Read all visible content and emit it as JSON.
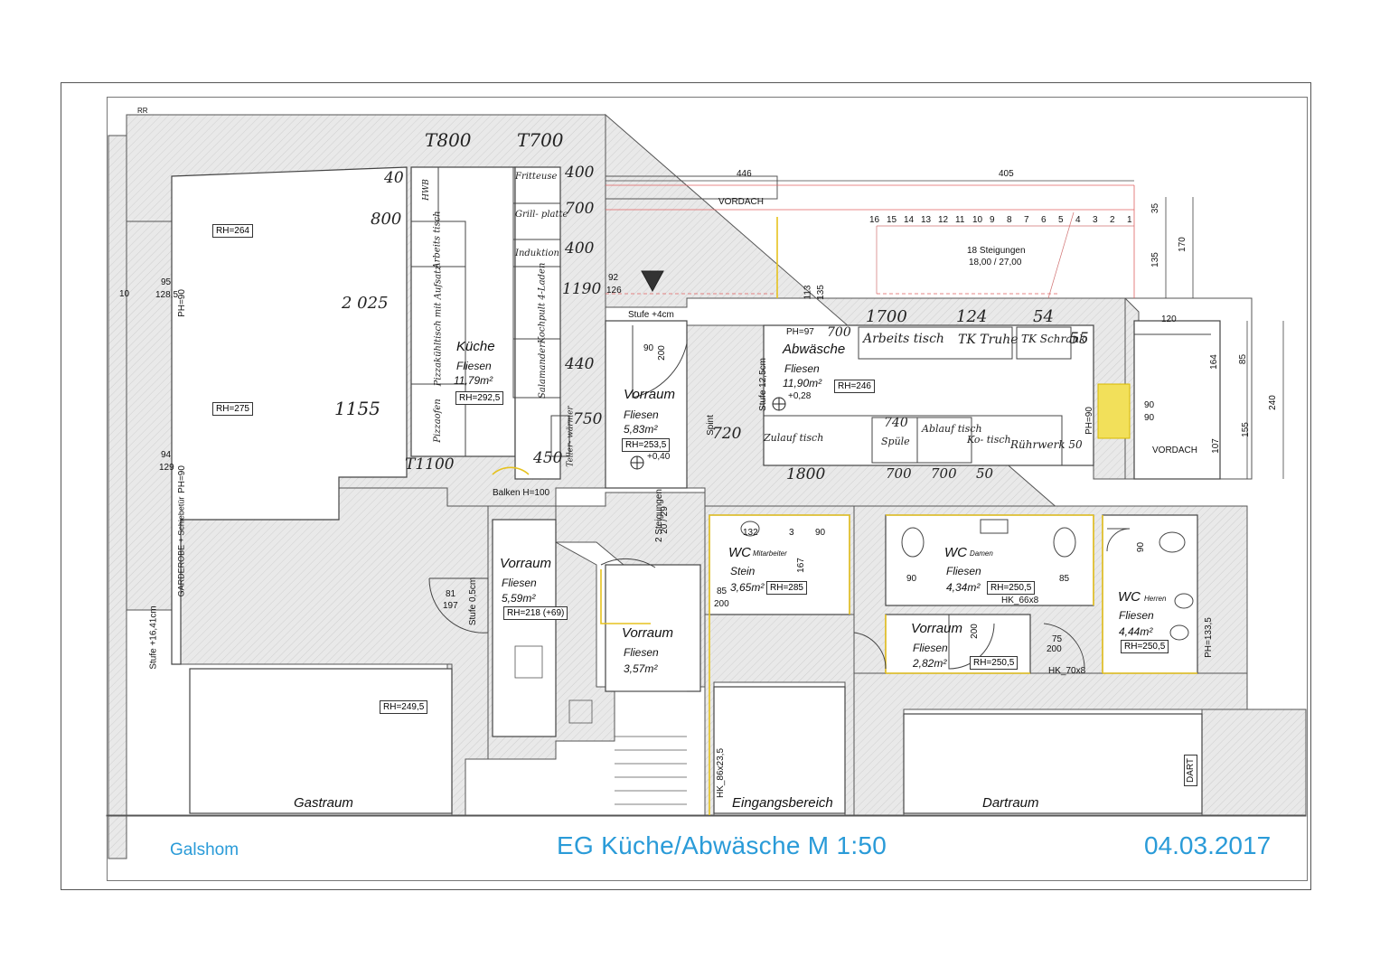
{
  "title_block": {
    "left": "Galshom",
    "center": "EG Küche/Abwäsche  M 1:50",
    "right": "04.03.2017"
  },
  "rooms": {
    "kueche": {
      "name": "Küche",
      "floor": "Fliesen",
      "area": "11,79m²",
      "rh": "RH=292,5"
    },
    "abwaesche": {
      "name": "Abwäsche",
      "floor": "Fliesen",
      "area": "11,90m²",
      "rh": "RH=246",
      "ph": "PH=97",
      "level": "+0,28"
    },
    "vorraum1": {
      "name": "Vorraum",
      "floor": "Fliesen",
      "area": "5,83m²",
      "rh": "RH=253,5",
      "level": "+0,40"
    },
    "vorraum2": {
      "name": "Vorraum",
      "floor": "Fliesen",
      "area": "5,59m²",
      "rh": "RH=218 (+69)"
    },
    "vorraum3": {
      "name": "Vorraum",
      "floor": "Fliesen",
      "area": "3,57m²"
    },
    "vorraum4": {
      "name": "Vorraum",
      "floor": "Fliesen",
      "area": "2,82m²",
      "rh": "RH=250,5"
    },
    "wc_mitarbeiter": {
      "name": "WC",
      "sub": "Mitarbeiter",
      "floor": "Stein",
      "area": "3,65m²",
      "rh": "RH=285"
    },
    "wc_damen": {
      "name": "WC",
      "sub": "Damen",
      "floor": "Fliesen",
      "area": "4,34m²",
      "rh": "RH=250,5"
    },
    "wc_herren": {
      "name": "WC",
      "sub": "Herren",
      "floor": "Fliesen",
      "area": "4,44m²",
      "rh": "RH=250,5"
    },
    "gastraum": {
      "name": "Gastraum",
      "rh": "RH=249,5"
    },
    "eingangsbereich": {
      "name": "Eingangsbereich"
    },
    "dartraum": {
      "name": "Dartraum",
      "dart": "DART"
    }
  },
  "labels": {
    "rh264": "RH=264",
    "rh275": "RH=275",
    "vordach_top": "VORDACH",
    "vordach_right": "VORDACH",
    "stufe4": "Stufe +4cm",
    "stufe125": "Stufe 12,5cm",
    "stufe05": "Stufe 0,5cm",
    "stufe1641": "Stufe +16,41cm",
    "balken": "Balken H=100",
    "steigungen2": "2 Steigungen",
    "steigungen2b": "20 / 29",
    "steigungen18": "18 Steigungen",
    "steigungen18b": "18,00 / 27,00",
    "garderobe": "GARDEROBE + Schiebetür",
    "ph90a": "PH=90",
    "ph90b": "PH=90",
    "ph90c": "PH=90",
    "ph1335": "PH=133,5",
    "spint": "Spint",
    "hk1": "HK_86x23,5",
    "hk2": "HK_66x8",
    "hk3": "HK_70x8",
    "rr": "RR"
  },
  "dimensions": {
    "d446": "446",
    "d405": "405",
    "d35": "35",
    "d135": "135",
    "d170": "170",
    "d120": "120",
    "d164": "164",
    "d85": "85",
    "d240": "240",
    "d155": "155",
    "d107": "107",
    "d95": "95",
    "d1285": "128,5",
    "d10": "10",
    "d94": "94",
    "d129": "129",
    "d92": "92",
    "d126": "126",
    "d90a": "90",
    "d200a": "200",
    "d132": "132",
    "d3": "3",
    "d90b": "90",
    "d167": "167",
    "d85b": "85",
    "d200b": "200",
    "d81": "81",
    "d197": "197",
    "d90c": "90",
    "d85c": "85",
    "d90d": "90",
    "d200c": "200",
    "d75": "75",
    "d200d": "200",
    "d90e": "90",
    "d9090a": "90",
    "d9090b": "90",
    "d113": "113",
    "d135b": "135"
  },
  "stairs": [
    "16",
    "15",
    "14",
    "13",
    "12",
    "11",
    "10",
    "9",
    "8",
    "7",
    "6",
    "5",
    "4",
    "3",
    "2",
    "1"
  ],
  "handwritten": {
    "t800": "T800",
    "t700": "T700",
    "n40": "40",
    "n800": "800",
    "n2025": "2 025",
    "n1155": "1155",
    "t1100": "T1100",
    "n400a": "400",
    "n700": "700",
    "n400b": "400",
    "n1190": "1190",
    "n440": "440",
    "n750": "750",
    "n450": "450",
    "fritteuse": "Fritteuse",
    "hwb": "HWB",
    "arbeitstisch": "Arbeits tisch",
    "grillplatte": "Grill- platte",
    "induktion": "Induktion",
    "pizzakuehltisch": "Pizzakühltisch mit Aufsatz",
    "kochpult": "Kochpult 4-Laden",
    "salamander": "Salamander",
    "pizzaofen": "Pizzaofen",
    "tellerwaermer": "Teller- wärmer",
    "n1700": "1700",
    "n124": "124",
    "n54": "54",
    "n55": "55",
    "n700b": "700",
    "arbeitstisch2": "Arbeits tisch",
    "tktruhe": "TK Truhe",
    "tkschrank": "TK Schrank",
    "n720": "720",
    "n740": "740",
    "zulauftisch": "Zulauf tisch",
    "spuele": "Spüle",
    "ablauftisch": "Ablauf tisch",
    "kotisch": "Ko- tisch",
    "ruehrwerk": "Rührwerk 50",
    "n1800": "1800",
    "n700c": "700",
    "n700d": "700",
    "n50": "50"
  }
}
